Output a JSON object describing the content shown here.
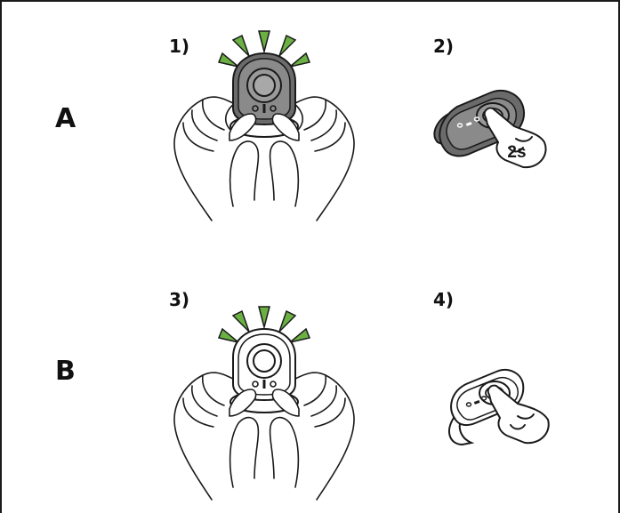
{
  "rows": [
    {
      "label": "A",
      "steps": [
        {
          "label": "1)"
        },
        {
          "label": "2)",
          "duration": "2s"
        }
      ]
    },
    {
      "label": "B",
      "steps": [
        {
          "label": "3)"
        },
        {
          "label": "4)"
        }
      ]
    }
  ],
  "colors": {
    "led_green": "#6bb043",
    "fob_dark": "#6b6b6b",
    "fob_mid": "#8a8a8a",
    "line": "#1a1a1a"
  },
  "icons": [
    "led-burst-icon",
    "key-fob-icon",
    "hand-press-icon"
  ]
}
